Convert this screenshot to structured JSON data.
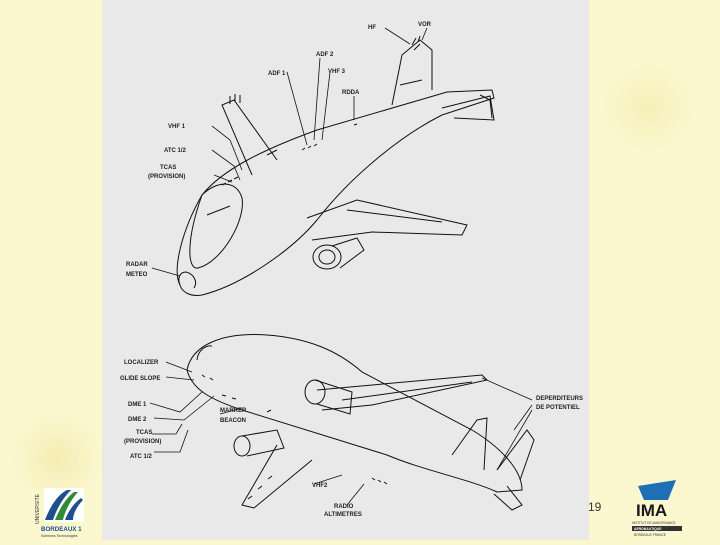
{
  "diagram": {
    "top_labels": {
      "hf": "HF",
      "vor": "VOR",
      "adf2": "ADF 2",
      "adf1": "ADF 1",
      "vhf3": "VHF 3",
      "rdda": "RDDA",
      "vhf1": "VHF 1",
      "atc12": "ATC 1/2",
      "tcas_line1": "TCAS",
      "tcas_line2": "(PROVISION)",
      "radar_line1": "RADAR",
      "radar_line2": "METEO"
    },
    "bottom_labels": {
      "localizer": "LOCALIZER",
      "glide_slope": "GLIDE SLOPE",
      "dme1": "DME 1",
      "dme2": "DME 2",
      "marker_line1": "MARKER",
      "marker_line2": "BEACON",
      "tcas_line1": "TCAS",
      "tcas_line2": "(PROVISION)",
      "atc12": "ATC 1/2",
      "vhf2": "VHF2",
      "radio_line1": "RADIO",
      "radio_line2": "ALTIMETRES",
      "dischargers_line1": "DEPERDITEURS",
      "dischargers_line2": "DE POTENTIEL"
    }
  },
  "page_number": "19",
  "logos": {
    "university_vertical": "UNIVERSITE",
    "university_name": "BORDEAUX 1",
    "university_sub": "Sciences Technologies",
    "ima_name": "IMA",
    "ima_line1": "INSTITUT DE MAINTENANCE",
    "ima_line2": "AERONAUTIQUE",
    "ima_line3": "BORDEAUX FRANCE"
  },
  "colors": {
    "page_background": "#fbf7cf",
    "panel_background": "#e9e9e9",
    "ima_blue": "#1f6fb5",
    "univ_blue": "#1d4f8c",
    "univ_green": "#2f8a3a"
  }
}
